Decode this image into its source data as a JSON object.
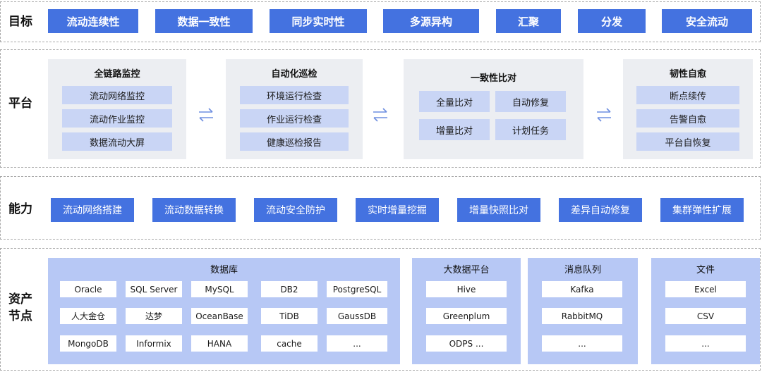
{
  "goals": {
    "label": "目标",
    "items": [
      "流动连续性",
      "数据一致性",
      "同步实时性",
      "多源异构",
      "汇聚",
      "分发",
      "安全流动"
    ]
  },
  "platform": {
    "label": "平台",
    "panels": [
      {
        "title": "全链路监控",
        "items": [
          "流动网络监控",
          "流动作业监控",
          "数据流动大屏"
        ]
      },
      {
        "title": "自动化巡检",
        "items": [
          "环境运行检查",
          "作业运行检查",
          "健康巡检报告"
        ]
      },
      {
        "title": "一致性比对",
        "items": [
          "全量比对",
          "自动修复",
          "增量比对",
          "计划任务"
        ]
      },
      {
        "title": "韧性自愈",
        "items": [
          "断点续传",
          "告警自愈",
          "平台自恢复"
        ]
      }
    ]
  },
  "capability": {
    "label": "能力",
    "items": [
      "流动网络搭建",
      "流动数据转换",
      "流动安全防护",
      "实时增量挖掘",
      "增量快照比对",
      "差异自动修复",
      "集群弹性扩展"
    ]
  },
  "assets": {
    "label_line1": "资产",
    "label_line2": "节点",
    "database": {
      "title": "数据库",
      "rows": [
        [
          "Oracle",
          "SQL Server",
          "MySQL",
          "DB2",
          "PostgreSQL"
        ],
        [
          "人大金仓",
          "达梦",
          "OceanBase",
          "TiDB",
          "GaussDB"
        ],
        [
          "MongoDB",
          "Informix",
          "HANA",
          "cache",
          "..."
        ]
      ]
    },
    "bigdata": {
      "title": "大数据平台",
      "items": [
        "Hive",
        "Greenplum",
        "ODPS  ..."
      ]
    },
    "mq": {
      "title": "消息队列",
      "items": [
        "Kafka",
        "RabbitMQ",
        "..."
      ]
    },
    "file": {
      "title": "文件",
      "items": [
        "Excel",
        "CSV",
        "..."
      ]
    }
  },
  "colors": {
    "accent": "#4472e0",
    "sub_box": "#c9d5f5",
    "panel_bg": "#eceef2",
    "asset_bg": "#b7c8f5"
  }
}
